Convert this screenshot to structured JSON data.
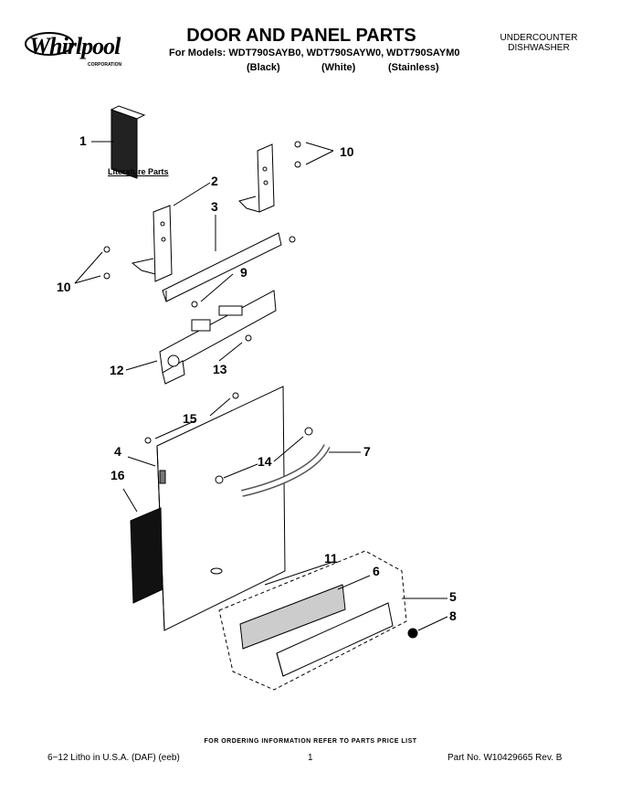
{
  "header": {
    "brand": "Whirlpool",
    "brand_sub": "CORPORATION",
    "title": "DOOR AND PANEL PARTS",
    "models": "For Models: WDT790SAYB0, WDT790SAYW0, WDT790SAYM0",
    "variants": [
      "(Black)",
      "(White)",
      "(Stainless)"
    ],
    "category_line1": "UNDERCOUNTER",
    "category_line2": "DISHWASHER"
  },
  "diagram": {
    "literature_label": "Literature Parts",
    "callouts": [
      "1",
      "2",
      "3",
      "4",
      "5",
      "6",
      "7",
      "8",
      "9",
      "10",
      "10",
      "11",
      "12",
      "13",
      "14",
      "15",
      "16"
    ]
  },
  "footer": {
    "ordering_note": "FOR ORDERING INFORMATION REFER TO PARTS PRICE LIST",
    "litho": "6−12 Litho in U.S.A. (DAF) (eeb)",
    "page": "1",
    "part_no": "Part No. W10429665 Rev. B"
  }
}
